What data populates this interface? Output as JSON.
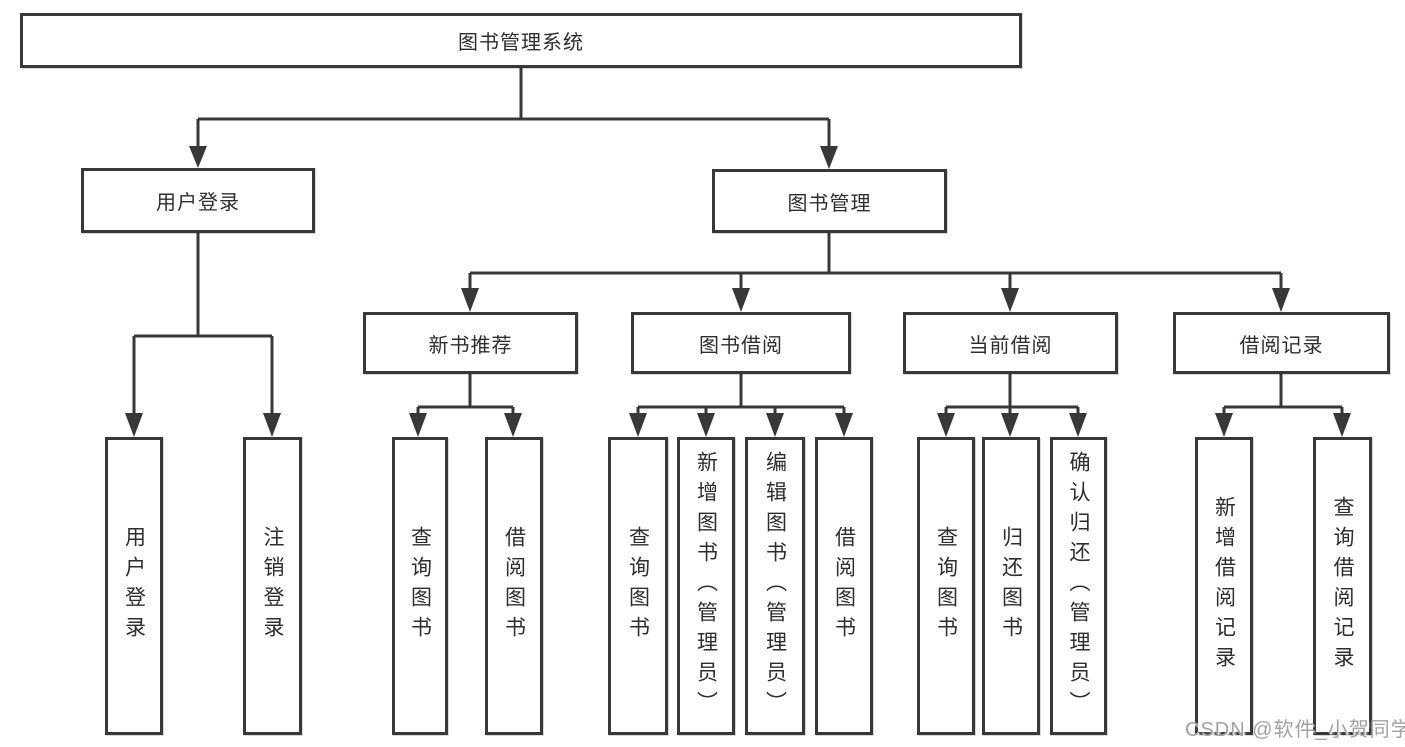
{
  "tree": {
    "label": "图书管理系统",
    "children": [
      {
        "label": "用户登录",
        "children": [
          {
            "label": "用户登录"
          },
          {
            "label": "注销登录"
          }
        ]
      },
      {
        "label": "图书管理",
        "children": [
          {
            "label": "新书推荐",
            "children": [
              {
                "label": "查询图书"
              },
              {
                "label": "借阅图书"
              }
            ]
          },
          {
            "label": "图书借阅",
            "children": [
              {
                "label": "查询图书"
              },
              {
                "label": "新增图书（管理员）"
              },
              {
                "label": "编辑图书（管理员）"
              },
              {
                "label": "借阅图书"
              }
            ]
          },
          {
            "label": "当前借阅",
            "children": [
              {
                "label": "查询图书"
              },
              {
                "label": "归还图书"
              },
              {
                "label": "确认归还（管理员）"
              }
            ]
          },
          {
            "label": "借阅记录",
            "children": [
              {
                "label": "新增借阅记录"
              },
              {
                "label": "查询借阅记录"
              }
            ]
          }
        ]
      }
    ]
  },
  "watermark": "CSDN @软件_小贺同学",
  "colors": {
    "line": "#383838",
    "box_border": "#383838",
    "text": "#2e2e2e",
    "background": "#ffffff",
    "watermark": "#a2a2a2"
  }
}
